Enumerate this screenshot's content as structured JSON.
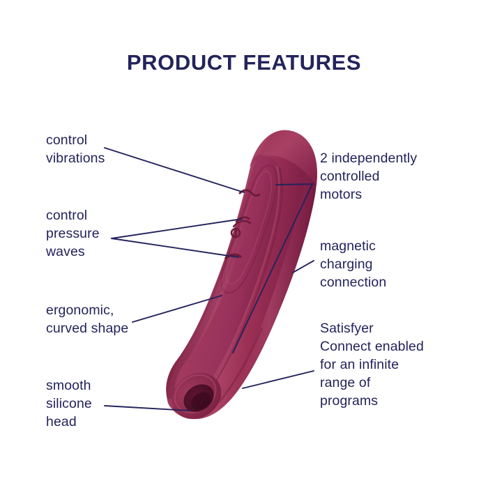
{
  "page": {
    "title": "PRODUCT FEATURES",
    "background_color": "#ffffff",
    "text_color": "#23235c",
    "product_color": "#9c3055",
    "product_color_dark": "#6d1f3c",
    "product_color_light": "#b34a6b"
  },
  "labels": {
    "control_vibrations": "control\nvibrations",
    "control_pressure_waves": "control\npressure\nwaves",
    "ergonomic_curved_shape": "ergonomic,\ncurved shape",
    "smooth_silicone_head": "smooth\nsilicone\nhead",
    "two_motors": "2 independently\ncontrolled\nmotors",
    "magnetic_charging": "magnetic\ncharging\nconnection",
    "satisfyer_connect": "Satisfyer\nConnect enabled\nfor an infinite\nrange of\nprograms"
  },
  "icons": {
    "vibration_button": "minus-wave-icon",
    "pressure_wave_button": "pressure-wave-icon",
    "lower_button": "minus-icon",
    "nozzle": "suction-head-icon"
  },
  "product": {
    "name": "curvy-air-pulse-stimulator",
    "orientation": "tilted-diagonal",
    "nozzle_position": "bottom-left"
  }
}
